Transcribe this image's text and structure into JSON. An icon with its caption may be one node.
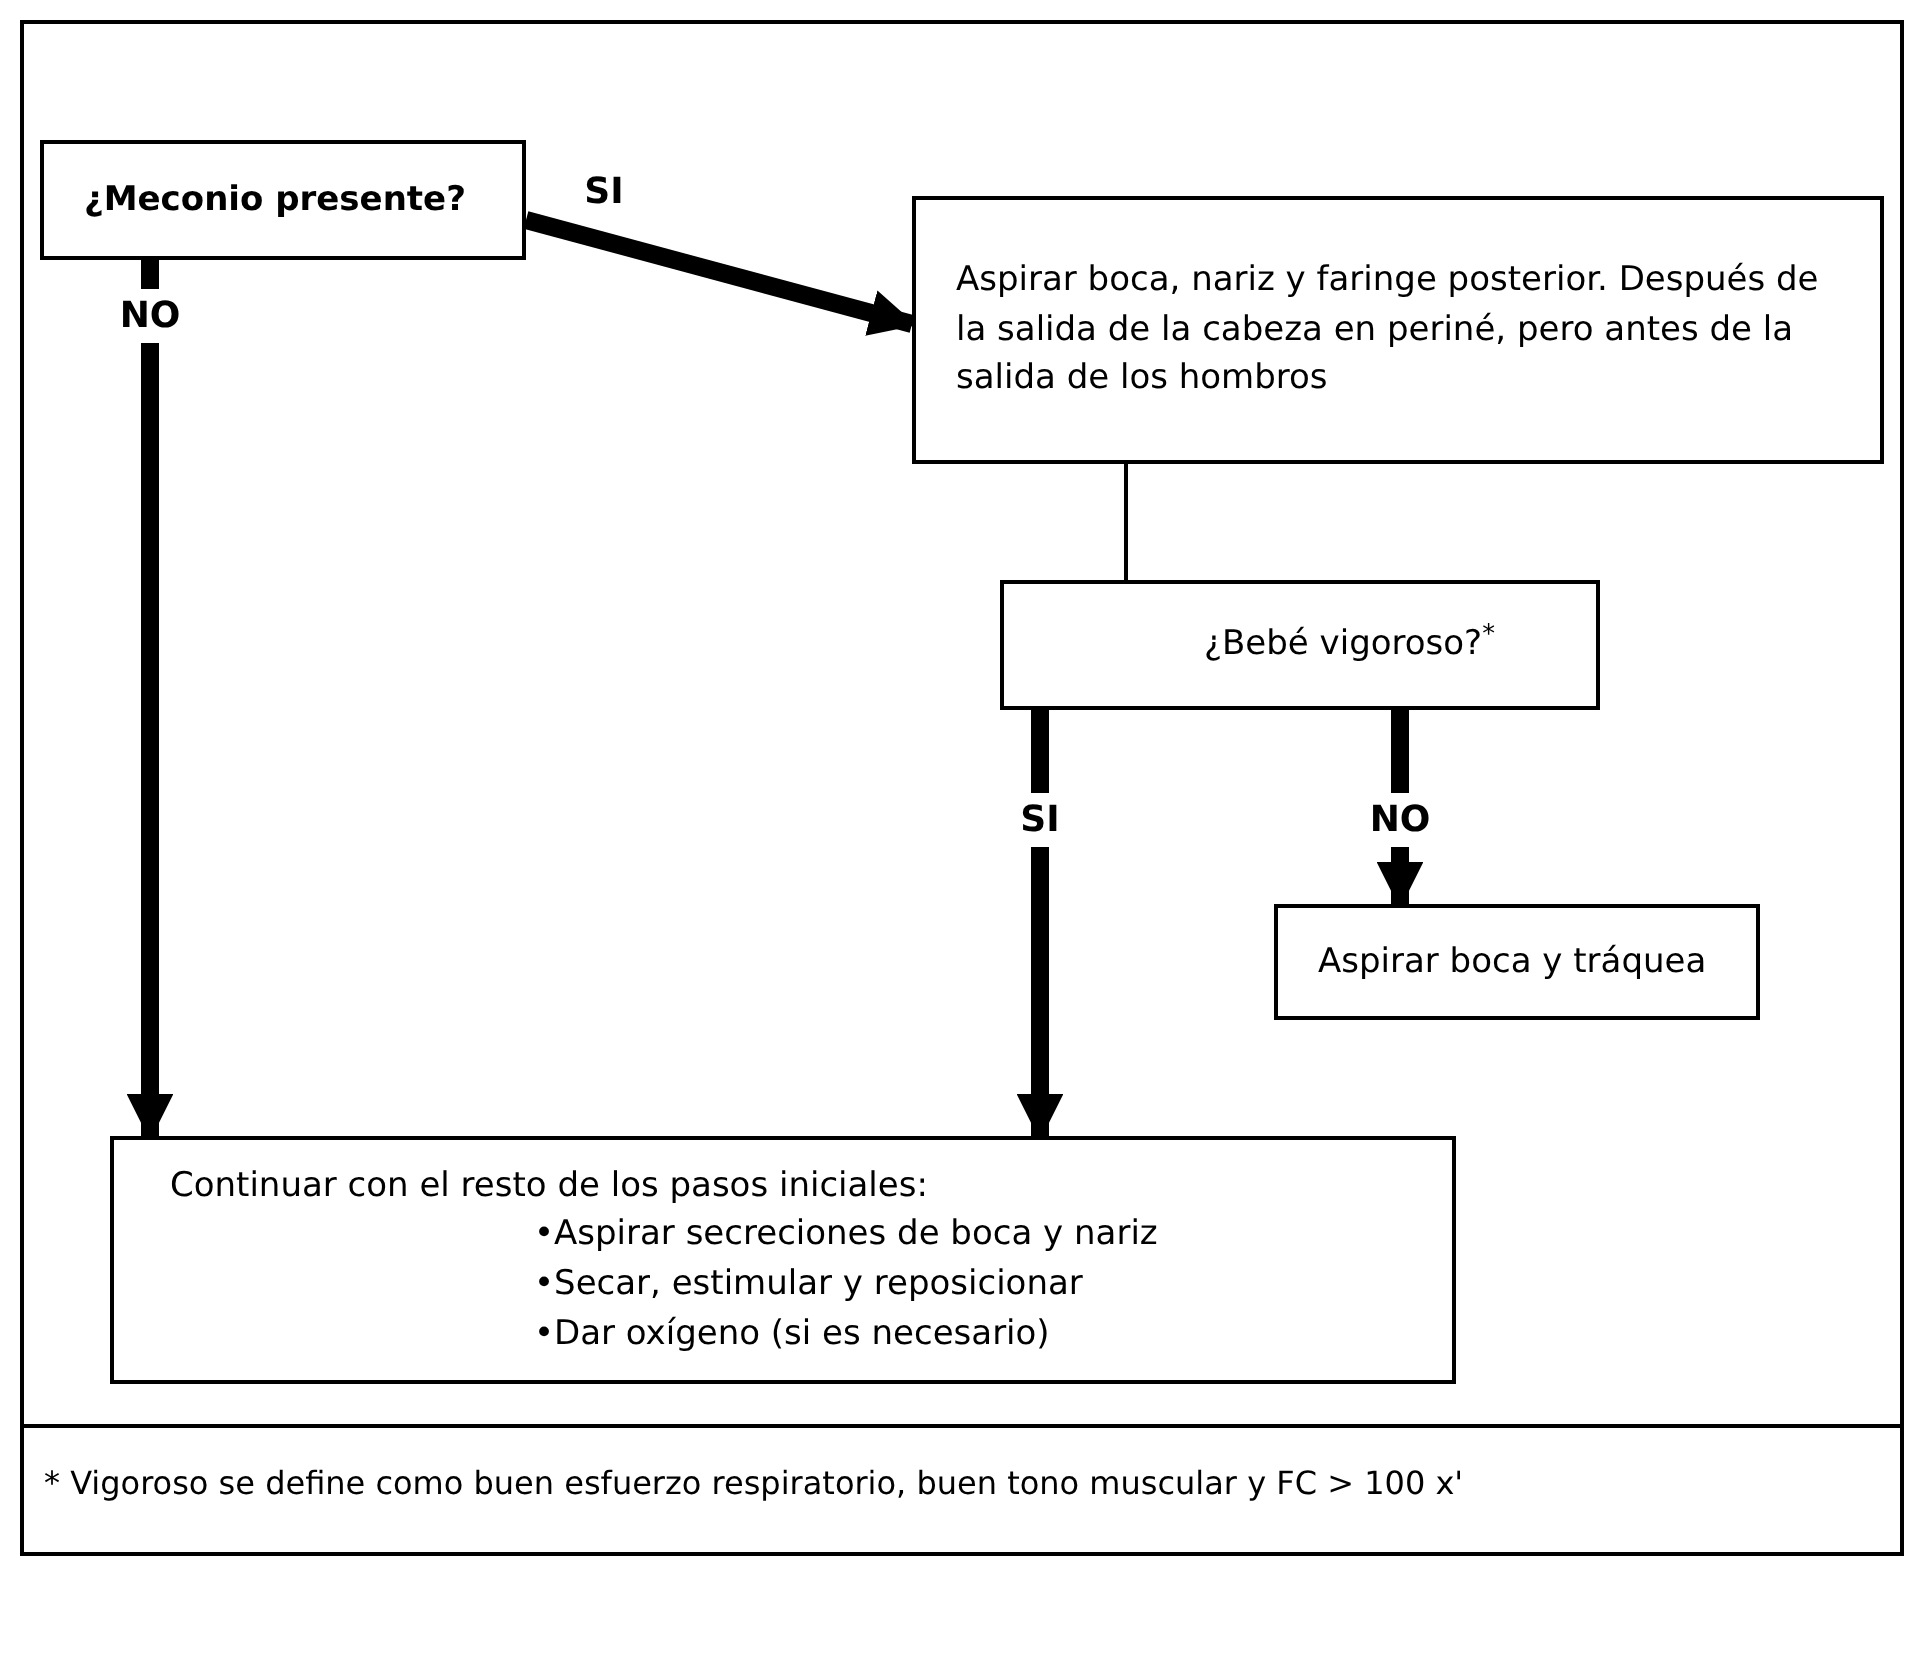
{
  "diagram": {
    "nodes": [
      {
        "text": [
          "¿Meconio presente?"
        ]
      },
      {
        "text": [
          "Aspirar boca, nariz y faringe posterior. Después de la salida de la cabeza en periné, pero antes de la salida de los hombros"
        ]
      },
      {
        "text": [
          "¿Bebé vigoroso?$^{*}$"
        ]
      },
      {
        "text": [
          "Aspirar boca y tráquea"
        ]
      },
      {
        "text": [
          "Continuar con el resto de los pasos iniciales:",
          "•Aspirar secreciones de boca y nariz",
          "•Secar, estimular y reposicionar",
          "•Dar oxígeno (si es necesario)"
        ]
      }
    ],
    "edges": [
      {
        "from": 0,
        "to": 1,
        "arrow": "to",
        "label": "SI"
      },
      {
        "from": 0,
        "to": 4,
        "arrow": "to",
        "label": "NO"
      },
      {
        "from": 1,
        "to": 2,
        "arrow": "none"
      },
      {
        "from": 2,
        "to": 4,
        "arrow": "to",
        "label": "SI"
      },
      {
        "from": 2,
        "to": 3,
        "arrow": "to",
        "label": "NO"
      }
    ],
    "labels": [
      "* Vigoroso se define como buen esfuerzo respiratorio, buen tono muscular y FC > 100 x'"
    ]
  }
}
